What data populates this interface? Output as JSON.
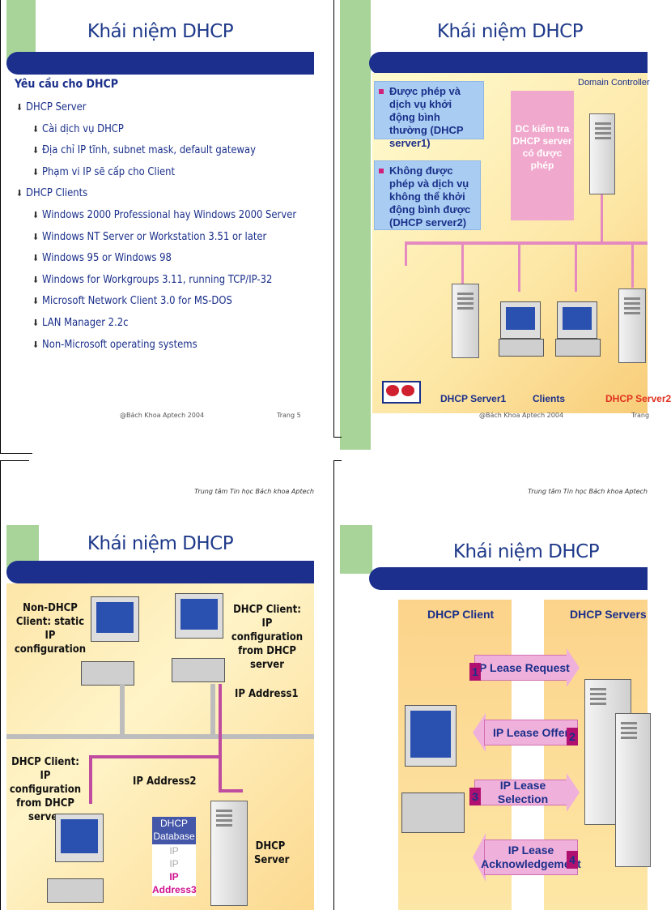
{
  "slides": {
    "s1": {
      "title": "Khái niệm DHCP",
      "heading": "Yêu cầu cho DHCP",
      "items": [
        {
          "level": 1,
          "text": "DHCP Server"
        },
        {
          "level": 2,
          "text": "Cài dịch vụ DHCP"
        },
        {
          "level": 2,
          "text": "Địa chỉ IP tĩnh, subnet mask, default gateway"
        },
        {
          "level": 2,
          "text": "Phạm vi IP sẽ cấp cho Client"
        },
        {
          "level": 1,
          "text": "DHCP Clients"
        },
        {
          "level": 2,
          "text": "Windows 2000 Professional hay Windows 2000 Server"
        },
        {
          "level": 2,
          "text": "Windows NT Server or Workstation 3.51 or later"
        },
        {
          "level": 2,
          "text": "Windows 95 or Windows 98"
        },
        {
          "level": 2,
          "text": "Windows for Workgroups 3.11, running TCP/IP-32"
        },
        {
          "level": 2,
          "text": "Microsoft Network Client 3.0 for MS-DOS"
        },
        {
          "level": 2,
          "text": "LAN Manager 2.2c"
        },
        {
          "level": 2,
          "text": "Non-Microsoft operating systems"
        }
      ],
      "footer_left": "@Bách Khoa Aptech 2004",
      "footer_right": "Trang 5"
    },
    "s2": {
      "title": "Khái niệm DHCP",
      "box1": "Được phép và dịch vụ khởi động bình thường (DHCP server1)",
      "box2": "Không được phép và dịch vụ không thể khởi động bình được (DHCP server2)",
      "pink": "DC kiểm tra DHCP server có được phép",
      "domain_controller": "Domain Controller",
      "label_server1": "DHCP Server1",
      "label_clients": "Clients",
      "label_server2": "DHCP Server2",
      "footer_left": "@Bách Khoa Aptech 2004",
      "footer_right": "Trang"
    },
    "s3": {
      "header_note": "Trung tâm Tin học Bách khoa Aptech",
      "title": "Khái niệm DHCP",
      "non_dhcp": "Non-DHCP Client: static IP configuration",
      "dhcp_client_top": "DHCP Client: IP configuration from DHCP server",
      "dhcp_client_left": "DHCP Client: IP configuration from DHCP server",
      "ip_address1": "IP Address1",
      "ip_address2": "IP Address2",
      "db_title": "DHCP Database",
      "db_rows": [
        "IP Address1",
        "IP Address2",
        "IP Address3"
      ],
      "dhcp_server": "DHCP Server"
    },
    "s4": {
      "header_note": "Trung tâm Tin học Bách khoa Aptech",
      "title": "Khái niệm DHCP",
      "col_client": "DHCP Client",
      "col_servers": "DHCP Servers",
      "steps": [
        {
          "num": "1",
          "text": "IP Lease Request"
        },
        {
          "num": "2",
          "text": "IP Lease Offer"
        },
        {
          "num": "3",
          "text": "IP Lease Selection"
        },
        {
          "num": "4",
          "text": "IP Lease Acknowledgement"
        }
      ]
    }
  },
  "colors": {
    "title": "#1f3a8a",
    "navbar": "#1c2f8c",
    "green_bar": "#a8d49a",
    "pink_line": "#e58ac0"
  }
}
